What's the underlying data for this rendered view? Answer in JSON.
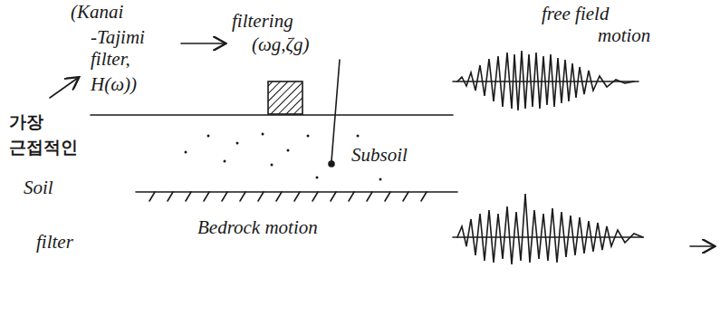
{
  "diagram": {
    "labels": [
      "(Kanai",
      "-Tajimi",
      "filter,",
      "H(ω))",
      "filtering",
      "(ωg,ζg)",
      "free field",
      "motion",
      "Subsoil",
      "Bedrock motion",
      "가장",
      "근접적인",
      "Soil",
      "filter"
    ]
  }
}
